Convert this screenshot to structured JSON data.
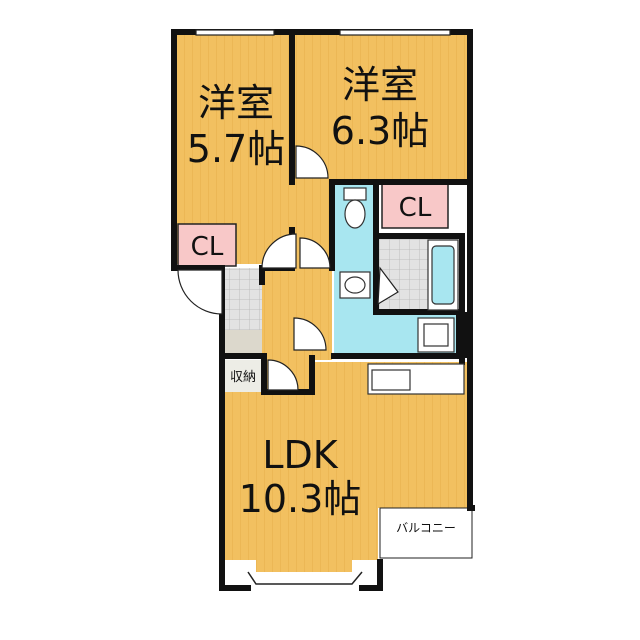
{
  "colors": {
    "floor_wood": "#F2C060",
    "floor_stripe": "#E9B24E",
    "wet_area": "#A8E6F0",
    "tile": "#D9D9D9",
    "closet_fill": "#F8C8C8",
    "wall": "#111111",
    "floor_plain": "#EDEDE6"
  },
  "rooms": {
    "western_small": {
      "name": "洋室",
      "size": "5.7帖"
    },
    "western_large": {
      "name": "洋室",
      "size": "6.3帖"
    },
    "closet_left": {
      "label": "CL"
    },
    "closet_right": {
      "label": "CL"
    },
    "storage": {
      "label": "収納"
    },
    "ldk": {
      "name": "LDK",
      "size": "10.3帖"
    },
    "balcony": {
      "label": "バルコニー"
    }
  },
  "fixtures": [
    "toilet-icon",
    "washbasin-icon",
    "bathtub-icon",
    "kitchen-sink-icon",
    "washing-machine-icon"
  ]
}
